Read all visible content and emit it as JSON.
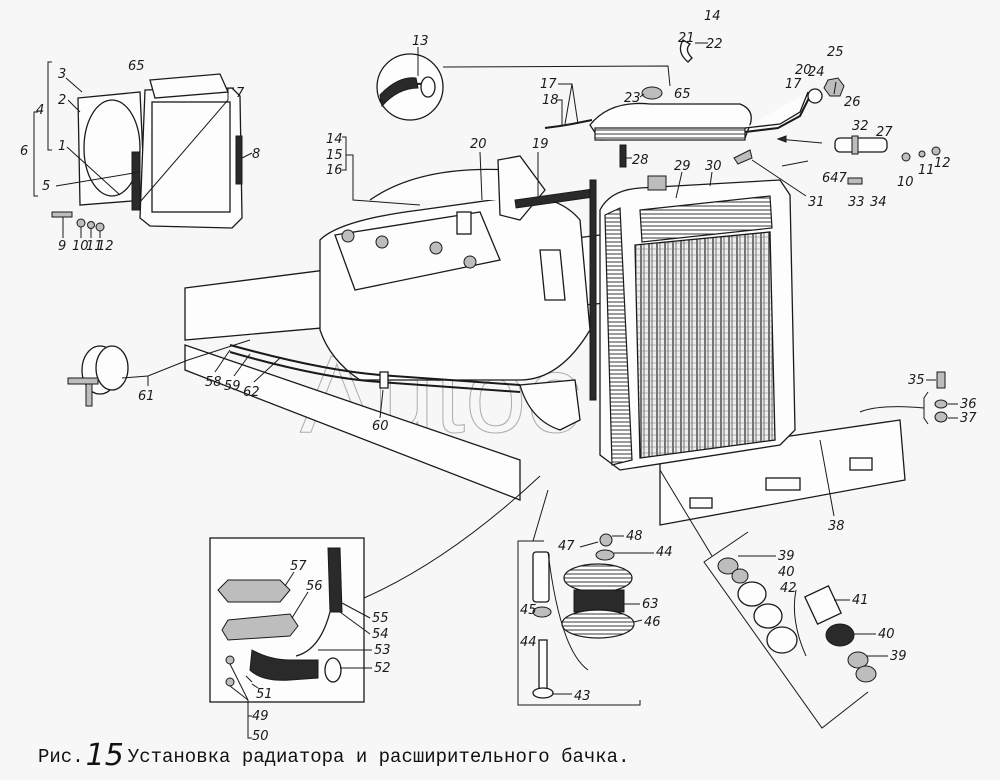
{
  "caption": {
    "prefix": "Рис.",
    "figure_number": "15",
    "title": "Установка радиатора и расширительного бачка."
  },
  "watermark": "Autoc",
  "callouts": {
    "c1": "1",
    "c2": "2",
    "c3": "3",
    "c4": "4",
    "c5": "5",
    "c6": "6",
    "c7": "7",
    "c8": "8",
    "c9": "9",
    "c10a": "10",
    "c11a": "11",
    "c12a": "12",
    "c65a": "65",
    "c13": "13",
    "c14a": "14",
    "c22": "22",
    "c21": "21",
    "c25": "25",
    "c17a": "17",
    "c18": "18",
    "c23": "23",
    "c65b": "65",
    "c20a": "20",
    "c24": "24",
    "c17b": "17",
    "c26": "26",
    "c32": "32",
    "c27": "27",
    "c647": "647",
    "c10b": "10",
    "c11b": "11",
    "c12b": "12",
    "c33": "33",
    "c34": "34",
    "c31": "31",
    "c28": "28",
    "c29": "29",
    "c30": "30",
    "c14b": "14",
    "c15": "15",
    "c16": "16",
    "c20b": "20",
    "c19": "19",
    "c61": "61",
    "c58": "58",
    "c59": "59",
    "c62": "62",
    "c60": "60",
    "c35": "35",
    "c36": "36",
    "c37": "37",
    "c38": "38",
    "c57": "57",
    "c56": "56",
    "c55": "55",
    "c54": "54",
    "c53": "53",
    "c52": "52",
    "c51": "51",
    "c49": "49",
    "c50": "50",
    "c47": "47",
    "c48": "48",
    "c44a": "44",
    "c45": "45",
    "c44b": "44",
    "c63": "63",
    "c46": "46",
    "c43": "43",
    "c39a": "39",
    "c40a": "40",
    "c42": "42",
    "c41": "41",
    "c40b": "40",
    "c39b": "39"
  }
}
